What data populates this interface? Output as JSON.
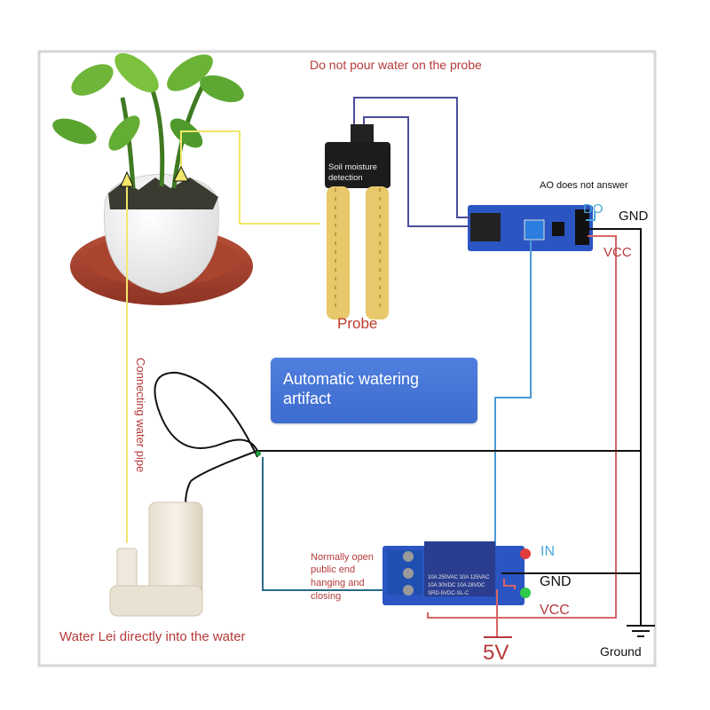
{
  "labels": {
    "warning": "Do not pour water on the probe",
    "probe_board": "Soil moisture detection",
    "probe": "Probe",
    "ao_note": "AO does not answer",
    "do_pin": "DO",
    "gnd_sensor": "GND",
    "vcc_sensor": "VCC",
    "banner_line1": "Automatic watering",
    "banner_line2": "artifact",
    "pipe": "Connecting water pipe",
    "relay_note_lines": [
      "Normally open",
      "public end",
      "hanging and",
      "closing"
    ],
    "in_pin": "IN",
    "gnd_relay": "GND",
    "vcc_relay": "VCC",
    "pump": "Water Lei directly into the water",
    "power": "5V",
    "ground": "Ground",
    "relay_text_1": "10A 250VAC  10A 125VAC",
    "relay_text_2": "10A 30VDC  10A 28VDC",
    "relay_text_3": "SRD-5VDC-SL-C"
  },
  "colors": {
    "yellow_wire": "#f2e76a",
    "purple_wire": "#4a4d9a",
    "blue_wire": "#4a9ad6",
    "red_wire": "#d96464",
    "black_wire": "#111111",
    "teal_wire": "#2a6a86",
    "label_red": "#b53a3a",
    "banner": "#4377d6",
    "pin_blue": "#4aa8d8"
  }
}
